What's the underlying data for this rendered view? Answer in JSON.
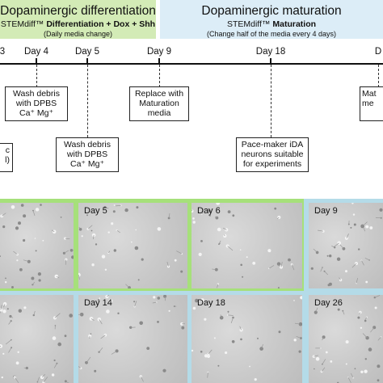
{
  "header": {
    "differentiation": {
      "title": "Dopaminergic differentiation",
      "medium_prefix": "STEMdiff™ ",
      "medium_bold": "Differentiation",
      "medium_suffix": " + Dox + Shh",
      "note": "(Daily media change)"
    },
    "maturation": {
      "title": "Dopaminergic maturation",
      "medium_prefix": "STEMdiff™ ",
      "medium_bold": "Maturation",
      "note": "(Change half of the media every 4 days)"
    }
  },
  "timeline": {
    "days": [
      "3",
      "Day 4",
      "Day 5",
      "Day 9",
      "Day 18",
      "D"
    ]
  },
  "steps": {
    "wash_day4": [
      "Wash debris",
      "with DPBS",
      "Ca⁺ Mg⁺"
    ],
    "replace_day9": [
      "Replace with",
      "Maturation",
      "media"
    ],
    "cut_right": [
      "Mat",
      "me"
    ],
    "wash_day5": [
      "Wash debris",
      "with DPBS",
      "Ca⁺ Mg⁺"
    ],
    "pacemaker_day18": [
      "Pace-maker iDA",
      "neurons suitable",
      "for experiments"
    ],
    "cut_left": [
      "c",
      "l)"
    ]
  },
  "colors": {
    "differentiation_band": "#d3ebb6",
    "maturation_band": "#dcedf7",
    "differentiation_frame": "#a6e07a",
    "maturation_frame": "#b4dbe8"
  },
  "micrographs": {
    "row1": [
      "",
      "Day 5",
      "Day 6",
      "Day 9"
    ],
    "row2": [
      "",
      "Day 14",
      "Day 18",
      "Day 26"
    ]
  }
}
